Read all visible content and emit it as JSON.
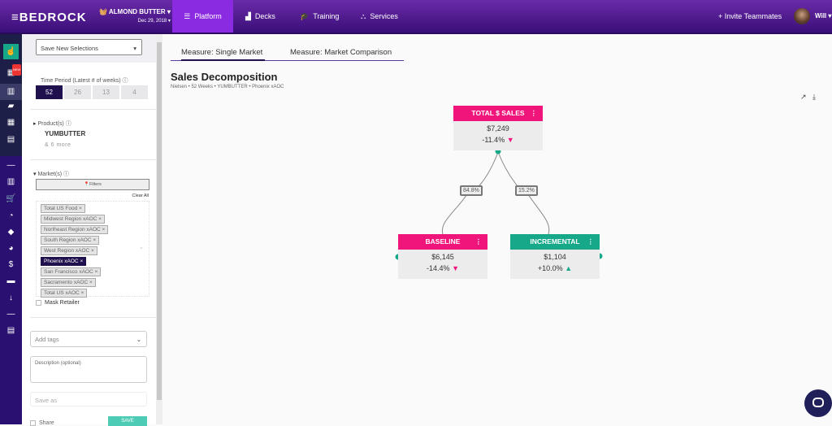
{
  "header": {
    "logo": "BEDROCK",
    "account": "ALMOND BUTTER ▾",
    "date": "Dec 29, 2018 ▾",
    "nav": [
      {
        "label": "Platform",
        "icon": "list-icon"
      },
      {
        "label": "Decks",
        "icon": "chart-area-icon"
      },
      {
        "label": "Training",
        "icon": "graduation-cap-icon"
      },
      {
        "label": "Services",
        "icon": "sitemap-icon"
      }
    ],
    "invite": "+ Invite Teammates",
    "user": "Will ▾"
  },
  "rail": {
    "badge": "NEW"
  },
  "panel": {
    "saved_select": "Save New Selections",
    "time_label": "Time Period (Latest # of weeks) ⓘ",
    "time_options": [
      "52",
      "26",
      "13",
      "4"
    ],
    "time_selected": "52",
    "products_label": "Product(s) ⓘ",
    "product": "YUMBUTTER",
    "product_more": "& 6 more",
    "markets_label": "Market(s) ⓘ",
    "filters": "Filters",
    "clear_all": "Clear All",
    "markets": [
      "Total US Food",
      "Midwest Region xAOC",
      "Northeast Region xAOC",
      "South Region xAOC",
      "West Region xAOC",
      "Phoenix xAOC",
      "San Francisco xAOC",
      "Sacramento xAOC",
      "Total US xAOC"
    ],
    "market_selected": "Phoenix xAOC",
    "mask_retailer": "Mask Retailer",
    "tags_placeholder": "Add tags",
    "description_placeholder": "Description (optional)",
    "saveas_placeholder": "Save as",
    "share": "Share",
    "save": "SAVE"
  },
  "main": {
    "tabs": [
      "Measure: Single Market",
      "Measure: Market Comparison"
    ],
    "active_tab": "Measure: Single Market",
    "title": "Sales Decomposition",
    "subtitle": "Nielsen • 52 Weeks • YUMBUTTER • Phoenix xAOC",
    "tree": {
      "root": {
        "label": "TOTAL $ SALES",
        "value": "$7,249",
        "change": "-11.4%",
        "trend": "down"
      },
      "children": [
        {
          "label": "BASELINE",
          "value": "$6,145",
          "change": "-14.4%",
          "trend": "down",
          "share": "84.8%"
        },
        {
          "label": "INCREMENTAL",
          "value": "$1,104",
          "change": "+10.0%",
          "trend": "up",
          "share": "15.2%"
        }
      ]
    }
  },
  "colors": {
    "pink": "#f0157a",
    "teal": "#17a88a",
    "navy": "#20104e",
    "purple": "#8a2be2"
  }
}
